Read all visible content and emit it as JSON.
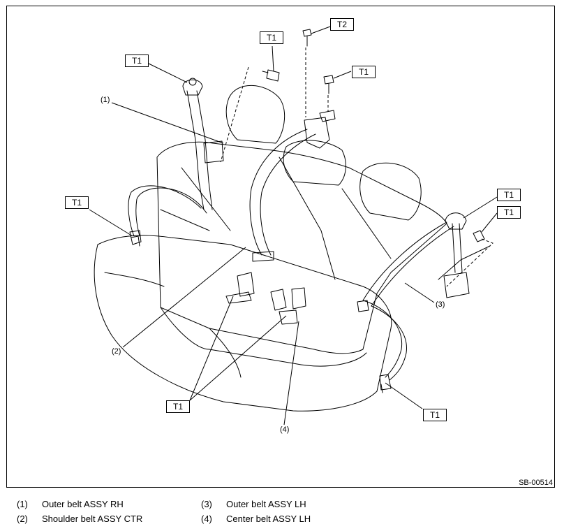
{
  "labels": {
    "t1": "T1",
    "t2": "T2",
    "c1": "(1)",
    "c2": "(2)",
    "c3": "(3)",
    "c4": "(4)"
  },
  "figure_id": "SB-00514",
  "legend": [
    {
      "num": "(1)",
      "text": "Outer belt ASSY RH"
    },
    {
      "num": "(2)",
      "text": "Shoulder belt ASSY CTR"
    },
    {
      "num": "(3)",
      "text": "Outer belt ASSY LH"
    },
    {
      "num": "(4)",
      "text": "Center belt ASSY LH"
    }
  ]
}
